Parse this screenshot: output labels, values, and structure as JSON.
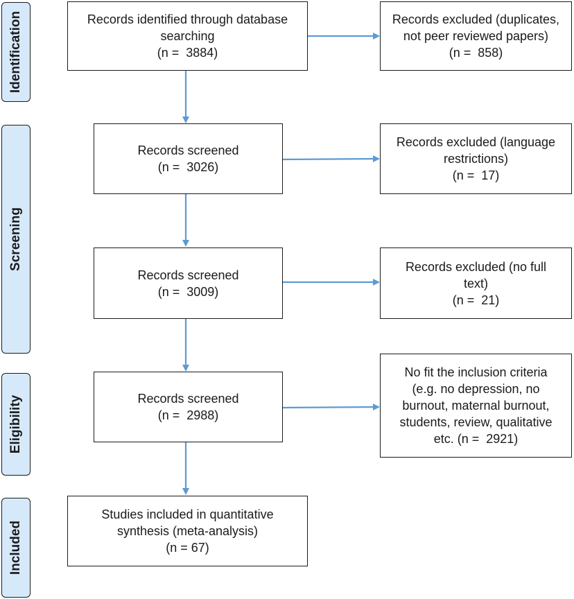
{
  "phases": [
    {
      "id": "identification",
      "label": "Identification"
    },
    {
      "id": "screening",
      "label": "Screening"
    },
    {
      "id": "eligibility",
      "label": "Eligibility"
    },
    {
      "id": "included",
      "label": "Included"
    }
  ],
  "main_boxes": [
    {
      "id": "identified",
      "lines": [
        "Records identified through database",
        "searching",
        "(n =  3884)"
      ]
    },
    {
      "id": "screened-1",
      "lines": [
        "Records screened",
        "(n =  3026)"
      ]
    },
    {
      "id": "screened-2",
      "lines": [
        "Records screened",
        "(n =  3009)"
      ]
    },
    {
      "id": "screened-3",
      "lines": [
        "Records screened",
        "(n =  2988)"
      ]
    },
    {
      "id": "included",
      "lines": [
        "Studies included in quantitative",
        "synthesis (meta-analysis)",
        "(n = 67)"
      ]
    }
  ],
  "excluded_boxes": [
    {
      "id": "excluded-duplicates",
      "lines": [
        "Records excluded (duplicates,",
        "not peer reviewed papers)",
        "(n =  858)"
      ]
    },
    {
      "id": "excluded-language",
      "lines": [
        "Records excluded (language",
        "restrictions)",
        "(n =  17)"
      ]
    },
    {
      "id": "excluded-fulltext",
      "lines": [
        "Records excluded (no full",
        "text)",
        "(n =  21)"
      ]
    },
    {
      "id": "excluded-criteria",
      "lines": [
        "No fit the inclusion criteria",
        "(e.g. no depression, no",
        "burnout, maternal burnout,",
        "students, review, qualitative",
        "etc. (n =  2921)"
      ]
    }
  ],
  "colors": {
    "arrow": "#5b9bd5",
    "phase_fill": "#d6e9fa",
    "border": "#1a1a1a"
  }
}
